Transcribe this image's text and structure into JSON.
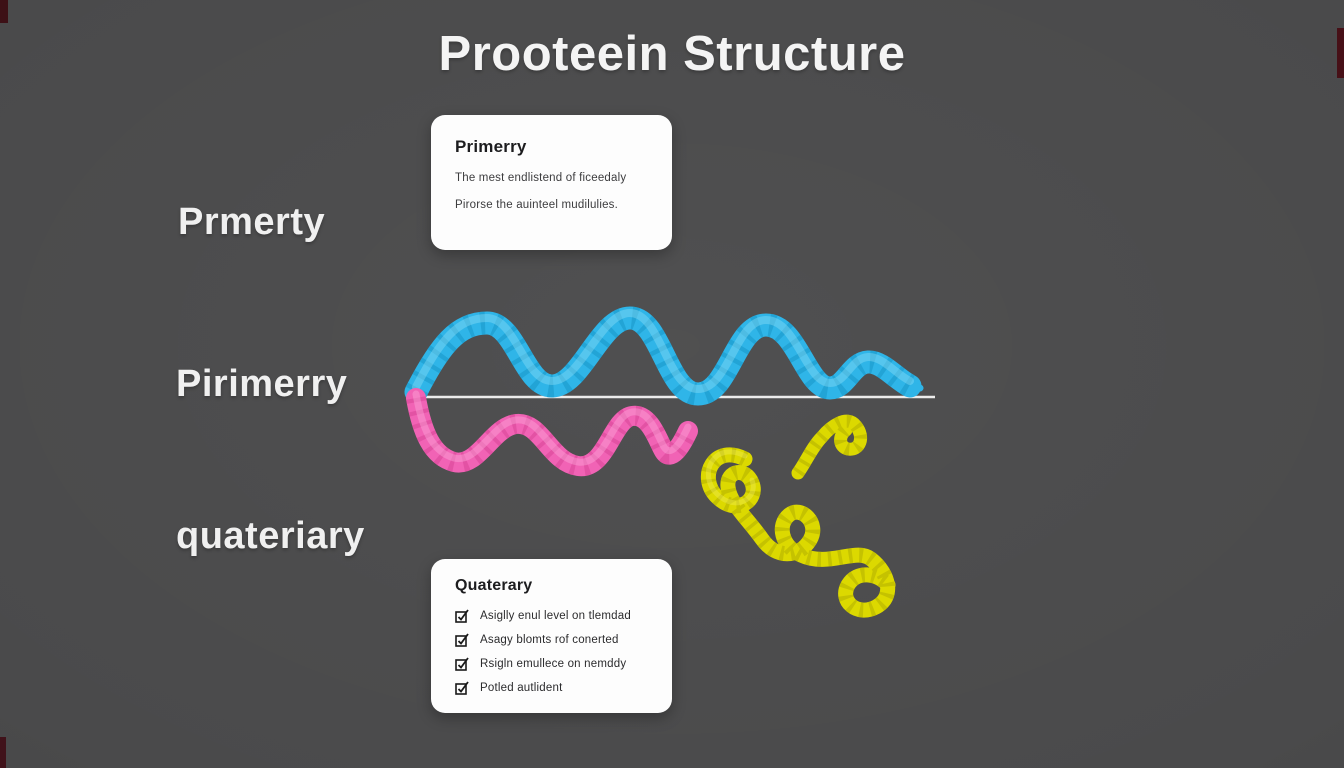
{
  "title": "Prooteein Structure",
  "row_labels": {
    "first": "Prmerty",
    "second": "Pirimerry",
    "third": "quateriary"
  },
  "primary_card": {
    "heading": "Primerry",
    "line1": "The mest endlistend of ficeedaly",
    "line2": "Pirorse the auinteel mudilulies."
  },
  "quaternary_card": {
    "heading": "Quaterary",
    "items": [
      "Asiglly enul level on tlemdad",
      "Asagy blomts rof conerted",
      "Rsigln emullece on nemddy",
      "Potled autlident"
    ]
  },
  "icons": {
    "checklist_icon": "checkbox-checked-icon"
  },
  "colors": {
    "background": "#4a4a4b",
    "card_background": "#fdfdfd",
    "title_text": "#f4f4f4",
    "baseline": "#ececec",
    "helix_blue": "#2fb5e8",
    "helix_blue_dark": "#1590c2",
    "helix_blue_light": "#90e0f8",
    "helix_pink": "#f163b5",
    "helix_pink_dark": "#d23e90",
    "helix_pink_light": "#ffaede",
    "helix_yellow": "#dcd900",
    "helix_yellow_dark": "#a8a600",
    "helix_yellow_light": "#f4f268",
    "check_icon_color": "#1a1a1a"
  }
}
